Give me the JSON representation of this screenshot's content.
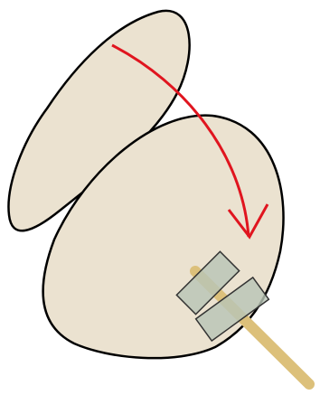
{
  "diagram": {
    "background": "#ffffff",
    "colors": {
      "shape_fill": "#ebe2d0",
      "outline": "#000000",
      "stick": "#dcc07a",
      "tape_fill": "#b8c5b6",
      "tape_stroke": "#333333",
      "arrow": "#e0151f"
    },
    "elements": [
      "upper-flap",
      "lower-body",
      "curved-arrow",
      "stick",
      "tape-strip-upper",
      "tape-strip-lower"
    ]
  }
}
